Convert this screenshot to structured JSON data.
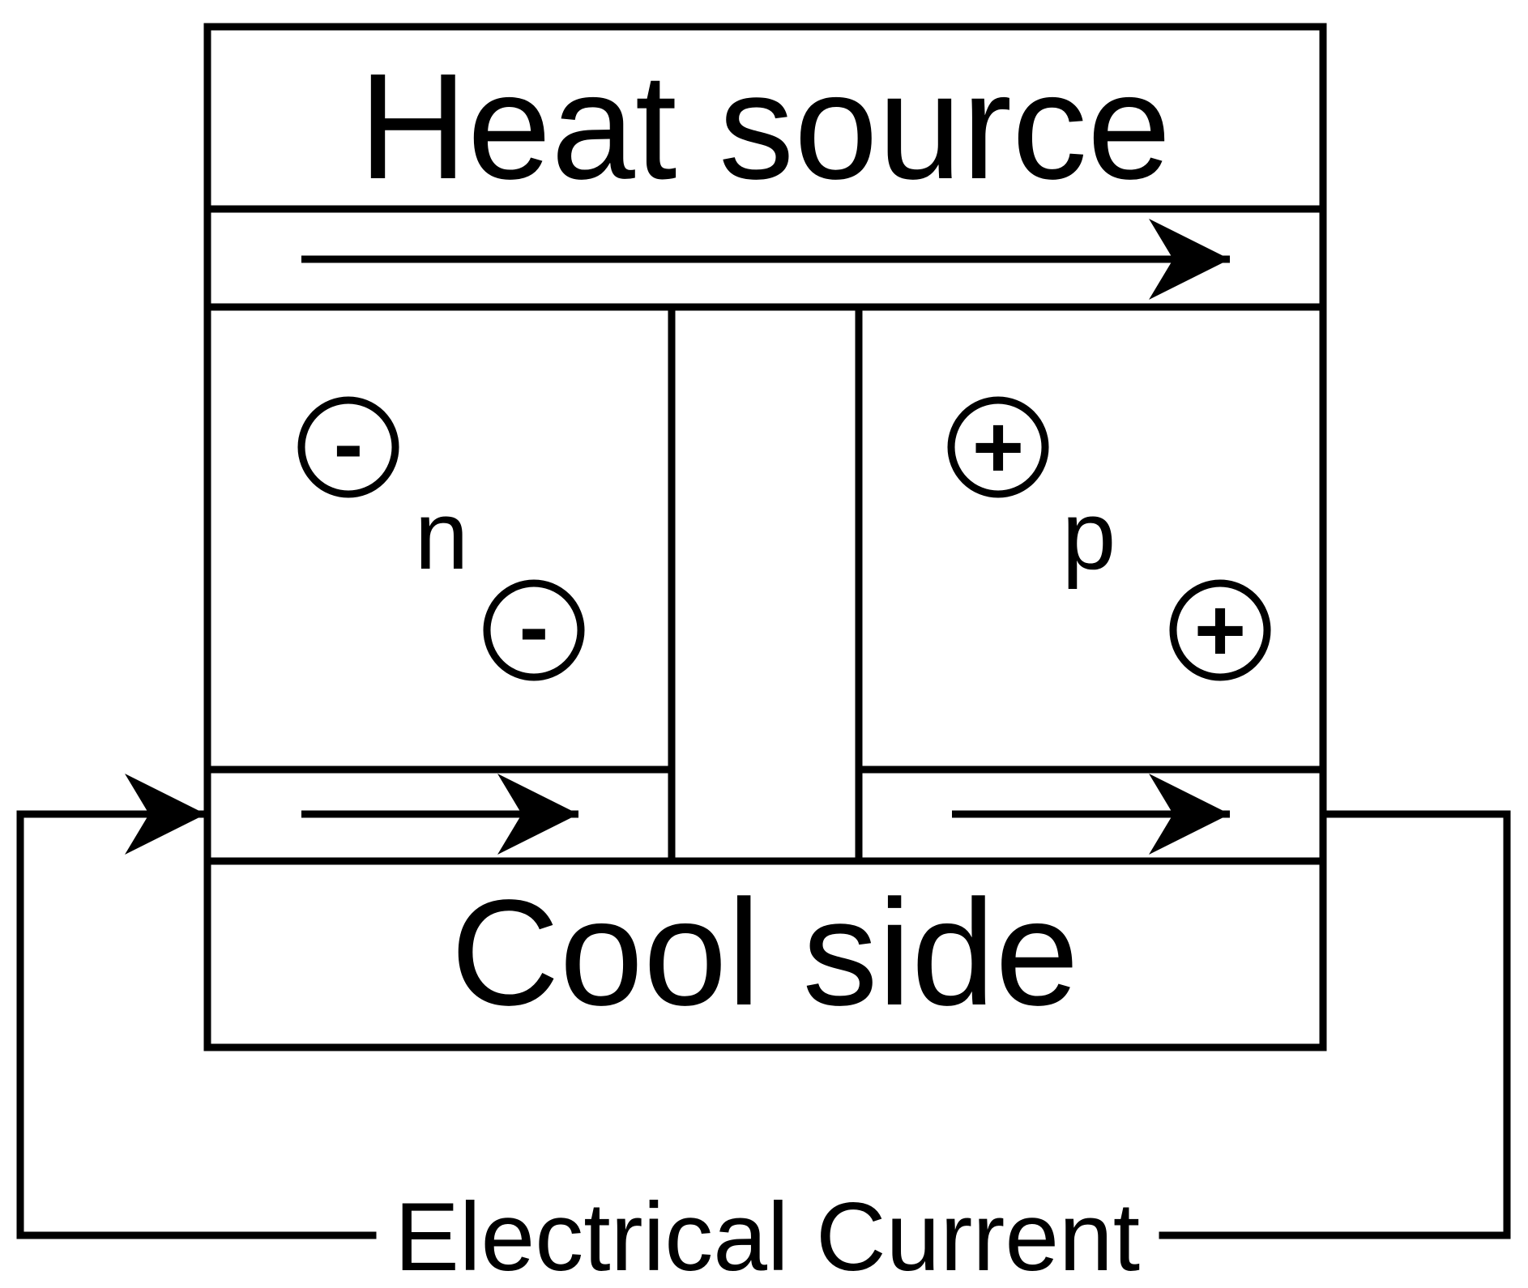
{
  "diagram": {
    "heat_source_label": "Heat source",
    "cool_side_label": "Cool side",
    "n_type_label": "n",
    "p_type_label": "p",
    "electron_sign": "-",
    "hole_sign": "+",
    "current_label": "Electrical Current"
  },
  "colors": {
    "stroke": "#000000",
    "background": "#ffffff"
  }
}
